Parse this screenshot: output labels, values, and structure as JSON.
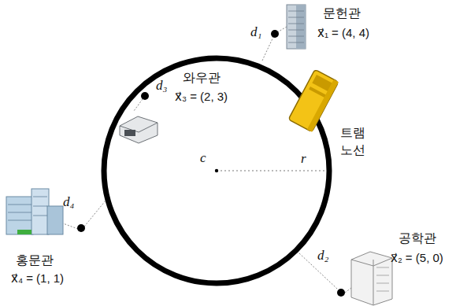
{
  "diagram": {
    "labels": [
      "d₁",
      "문헌관",
      "x⃗₁ = (4, 4)",
      "d₃",
      "와우관",
      "x⃗₃ = (2, 3)",
      "트램 노선",
      "c⃗",
      "r",
      "d₄",
      "홍문관",
      "x⃗₄ = (1, 1)",
      "d₂",
      "공학관",
      "x⃗₂ = (5, 0)"
    ]
  }
}
